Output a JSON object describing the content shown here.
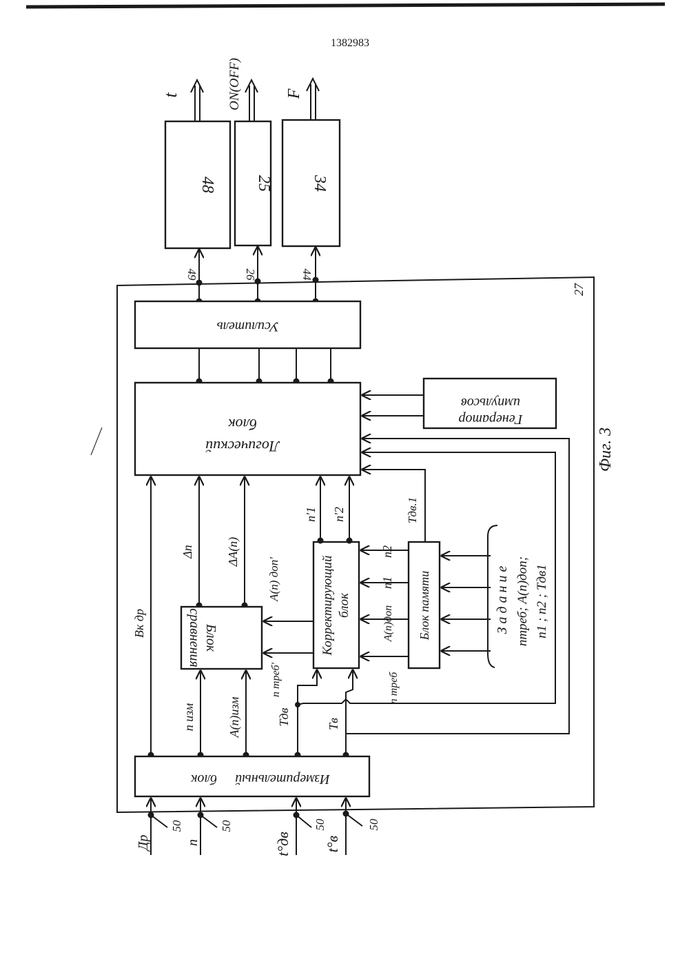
{
  "page": {
    "patent_number": "1382983",
    "figure_caption": "Фиг. 3"
  },
  "outputs": {
    "t": "t",
    "on_off": "ON(OFF)",
    "f": "F"
  },
  "output_blocks": {
    "b48": "48",
    "b25": "25",
    "b34": "34"
  },
  "ports": {
    "p49": "49",
    "p26": "26",
    "p44": "44"
  },
  "frame_label": "27",
  "blocks": {
    "amplifier": "Усилитель",
    "logic_line1": "Логический",
    "logic_line2": "блок",
    "generator_line1": "Генератор",
    "generator_line2": "импульсов",
    "compare_line1": "Блок",
    "compare_line2": "сравнения",
    "correct_line1": "Корректирующий",
    "correct_line2": "блок",
    "memory": "Блок памяти",
    "measure_line1": "Измерительный",
    "measure_line2": "блок"
  },
  "signals": {
    "vk_dr": "Вк др",
    "delta_n": "Δn",
    "delta_a": "ΔA(n)",
    "n_izm": "n изм",
    "a_izm": "A(n)изм",
    "t_dv": "Tдв",
    "t_v": "Tв",
    "a_dop_prime": "A(n) доп'",
    "n_treb_prime": "n треб'",
    "n1_prime": "n'1",
    "n2_prime": "n'2",
    "t_dv1": "Tдв.1",
    "n_treb": "n треб",
    "a_dop": "A(n)доп",
    "n1": "n1",
    "n2": "n2"
  },
  "task": {
    "title": "З а д а н и е",
    "line1": "nтреб; A(n)доп;",
    "line2": "n1 ;  n2 ;  Tдв1"
  },
  "inputs": {
    "dr": "Др",
    "n": "n",
    "t_dv": "t°дв",
    "t_v": "t°в",
    "ref": "50"
  }
}
